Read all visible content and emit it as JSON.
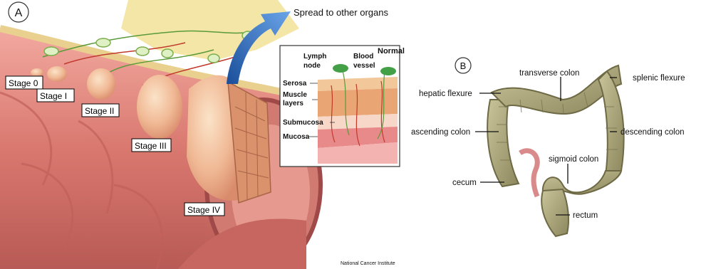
{
  "panel_a": {
    "badge": "A",
    "spread_label": "Spread to other organs",
    "stages": [
      "Stage 0",
      "Stage I",
      "Stage II",
      "Stage III",
      "Stage IV"
    ],
    "inset": {
      "title": "Normal",
      "lymph_node": [
        "Lymph",
        "node"
      ],
      "blood_vessel": [
        "Blood",
        "vessel"
      ],
      "layers": {
        "serosa": "Serosa",
        "muscle": [
          "Muscle",
          "layers"
        ],
        "submucosa": "Submucosa",
        "mucosa": "Mucosa"
      }
    },
    "credit": "National Cancer Institute"
  },
  "panel_b": {
    "badge": "B",
    "labels": {
      "transverse": "transverse colon",
      "hepatic": "hepatic flexure",
      "splenic": "splenic flexure",
      "ascending": "ascending colon",
      "descending": "descending colon",
      "sigmoid": "sigmoid colon",
      "cecum": "cecum",
      "rectum": "rectum"
    }
  }
}
